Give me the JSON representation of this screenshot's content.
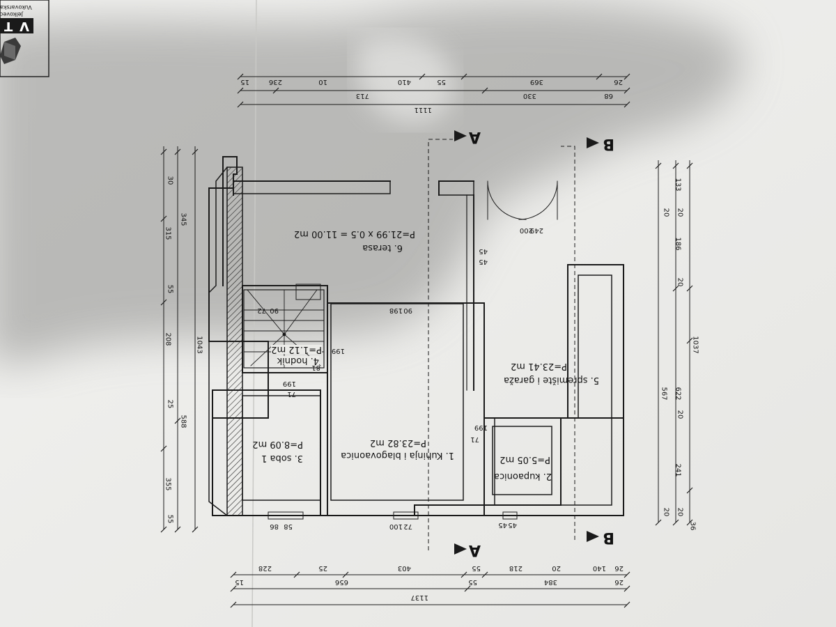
{
  "title_block": {
    "line1": "Vukovarska",
    "line2": "Jelkovec",
    "logo_letters": [
      "V",
      "T"
    ]
  },
  "rooms": [
    {
      "id": "r1",
      "name": "1. Kuhinja i blagovaonica",
      "area": "P=23.82 m2"
    },
    {
      "id": "r2",
      "name": "2. kupaonica",
      "area": "P=5.05 m2"
    },
    {
      "id": "r3",
      "name": "3. soba 1",
      "area": "P=8.09 m2"
    },
    {
      "id": "r4",
      "name": "4. hodnik",
      "area": "P=1.12 m2"
    },
    {
      "id": "r5",
      "name": "5. spremište i garaža",
      "area": "P=23.41 m2"
    },
    {
      "id": "r6",
      "name": "6. terasa",
      "area": "P=21.99 x 0.5 = 11.00 m2"
    }
  ],
  "sections": {
    "a_top": "A",
    "a_bottom": "A",
    "b_top": "B",
    "b_bottom": "B"
  },
  "dimensions": {
    "bottom_row1": [
      "15",
      "236",
      "10",
      "410",
      "55",
      "369",
      "26"
    ],
    "bottom_row2": [
      "713",
      "330",
      "68"
    ],
    "bottom_row3": [
      "1111"
    ],
    "top_row1": [
      "228",
      "25",
      "403",
      "55",
      "218",
      "20",
      "140",
      "26"
    ],
    "top_row2": [
      "15",
      "656",
      "55",
      "384",
      "26"
    ],
    "top_row3": [
      "1137"
    ],
    "right_row1": [
      "30",
      "315",
      "55",
      "208",
      "25",
      "355",
      "55"
    ],
    "right_row2": [
      "345",
      "588"
    ],
    "right_row3": [
      "1043"
    ],
    "left_row1": [
      "20",
      "241",
      "20",
      "622",
      "20",
      "186",
      "20",
      "133"
    ],
    "left_row2": [
      "20",
      "567",
      "20"
    ],
    "left_row3": [
      "36",
      "1037"
    ],
    "openings": [
      "58",
      "86",
      "72",
      "100",
      "45",
      "45",
      "45",
      "45",
      "71",
      "199",
      "71",
      "199",
      "81",
      "199",
      "90",
      "72",
      "90",
      "198",
      "200",
      "249"
    ]
  }
}
